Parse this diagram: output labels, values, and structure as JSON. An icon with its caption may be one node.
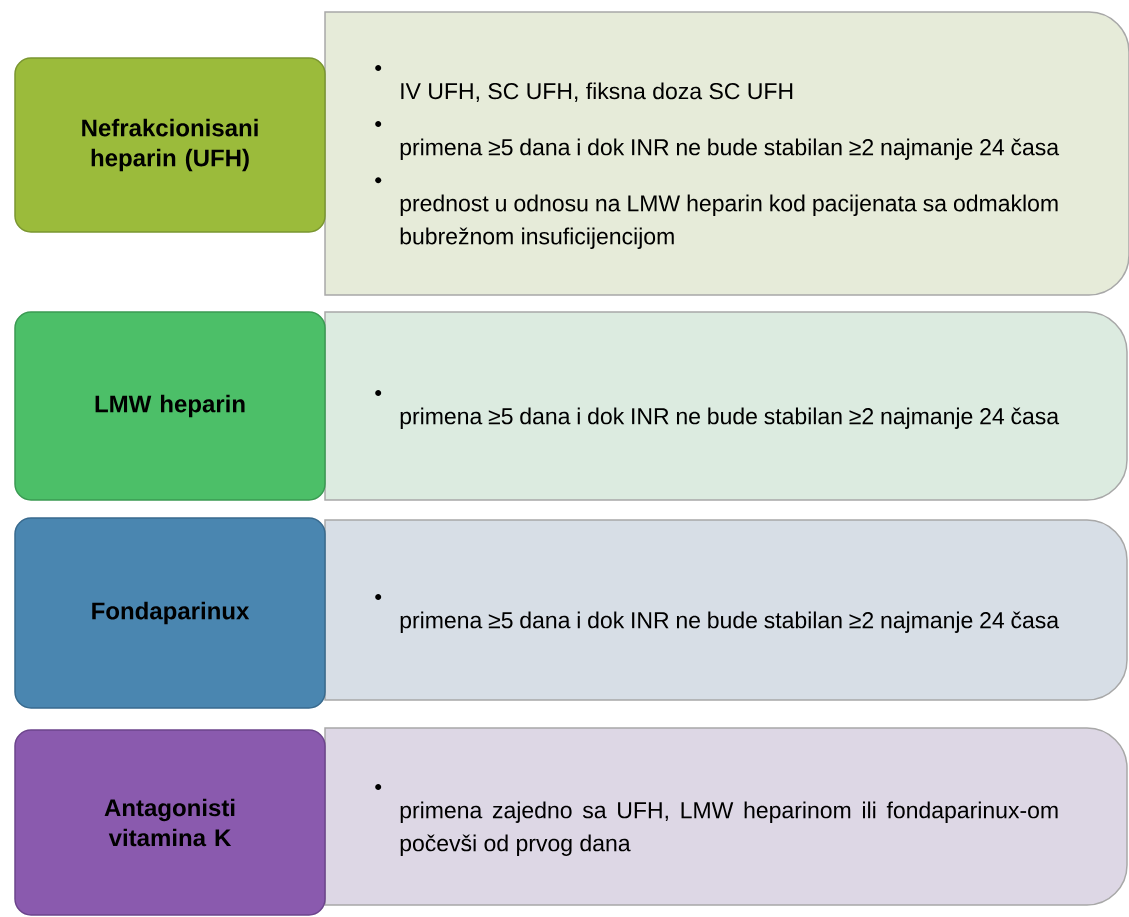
{
  "diagram": {
    "nodes": [
      {
        "text": [
          "Nefrakcionisani heparin (UFH)"
        ]
      },
      {
        "text": [
          "IV UFH, SC UFH, fiksna doza SC UFH",
          "primena ≥5 dana i dok INR ne bude stabilan ≥2 najmanje 24 časa",
          "prednost u odnosu na LMW heparin kod pacijenata sa odmaklom bubrežnom insuficijencijom"
        ]
      },
      {
        "text": [
          "LMW heparin"
        ]
      },
      {
        "text": [
          "primena ≥5 dana i dok INR ne bude stabilan ≥2 najmanje 24 časa"
        ]
      },
      {
        "text": [
          "Fondaparinux"
        ]
      },
      {
        "text": [
          "primena ≥5 dana i dok INR ne bude stabilan ≥2 najmanje 24 časa"
        ]
      },
      {
        "text": [
          "Antagonisti vitamina K"
        ]
      },
      {
        "text": [
          "primena zajedno sa UFH, LMW heparinom ili fondaparinux-om počevši od prvog dana"
        ]
      }
    ]
  }
}
